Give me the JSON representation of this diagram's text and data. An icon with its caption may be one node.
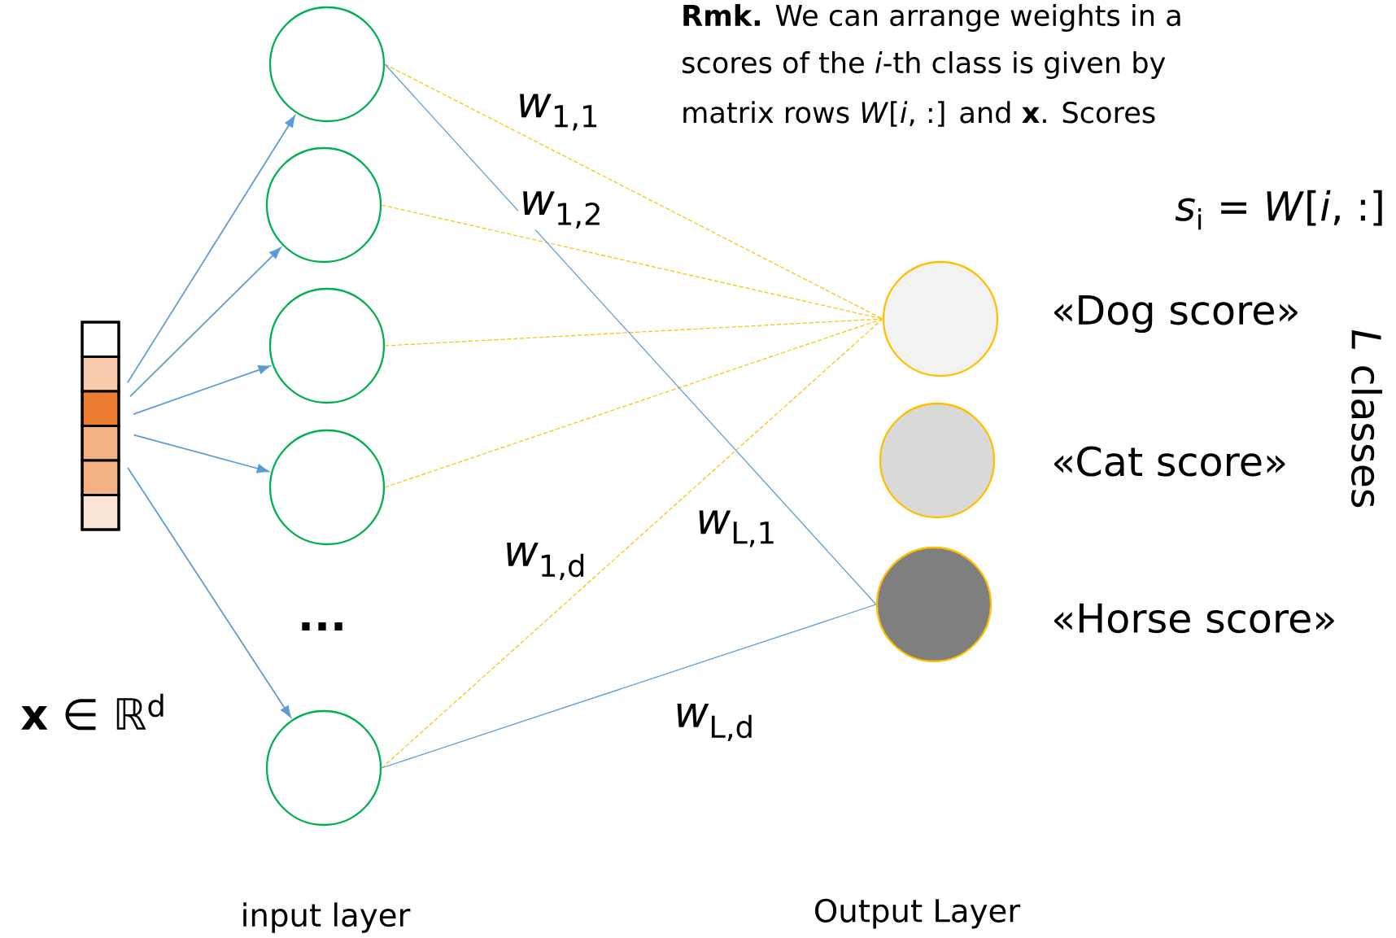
{
  "diagram": {
    "nodes": [
      {
        "text": [],
        "shape": "bar",
        "beside": [
          "**x** ∈ ℝ$^{d}$"
        ]
      },
      {
        "text": [],
        "shape": "circle"
      },
      {
        "text": [],
        "shape": "circle"
      },
      {
        "text": [],
        "shape": "circle"
      },
      {
        "text": [],
        "shape": "circle"
      },
      {
        "text": [],
        "shape": "circle"
      },
      {
        "text": [],
        "shape": "circle",
        "beside": [
          "«Dog score»"
        ]
      },
      {
        "text": [],
        "shape": "circle",
        "beside": [
          "«Cat score»"
        ]
      },
      {
        "text": [],
        "shape": "circle",
        "beside": [
          "«Horse score»"
        ]
      }
    ],
    "edges": [
      {
        "from": 0,
        "to": 1,
        "arrow": "to",
        "color": "#5b9bd5"
      },
      {
        "from": 0,
        "to": 2,
        "arrow": "to",
        "color": "#5b9bd5"
      },
      {
        "from": 0,
        "to": 3,
        "arrow": "to",
        "color": "#5b9bd5"
      },
      {
        "from": 0,
        "to": 4,
        "arrow": "to",
        "color": "#5b9bd5"
      },
      {
        "from": 0,
        "to": 5,
        "arrow": "to",
        "color": "#5b9bd5"
      },
      {
        "from": 1,
        "to": 6,
        "arrow": "none",
        "style": "dashed",
        "color": "#ffc000",
        "label": "*w*$_{1,1}$"
      },
      {
        "from": 2,
        "to": 6,
        "arrow": "none",
        "style": "dashed",
        "color": "#ffc000",
        "label": "*w*$_{1,2}$"
      },
      {
        "from": 3,
        "to": 6,
        "arrow": "none",
        "style": "dashed",
        "color": "#ffc000"
      },
      {
        "from": 4,
        "to": 6,
        "arrow": "none",
        "style": "dashed",
        "color": "#ffc000"
      },
      {
        "from": 5,
        "to": 6,
        "arrow": "none",
        "style": "dashed",
        "color": "#ffc000",
        "label": "*w*$_{1,d}$"
      },
      {
        "from": 1,
        "to": 8,
        "arrow": "none",
        "color": "#5b9bd5",
        "label": "*w*$_{L,1}$"
      },
      {
        "from": 5,
        "to": 8,
        "arrow": "none",
        "color": "#5b9bd5",
        "label": "*w*$_{L,d}$"
      }
    ],
    "labels": [
      "**Rmk.** We can arrange weights in a",
      "scores of the *i*-th class is given by",
      "matrix rows *W*[*i*, :] and **x**. Scores",
      "*s*$_{i}$ = *W*[*i*, :]",
      "...",
      "*L* classes",
      "input layer",
      "Output Layer"
    ]
  }
}
